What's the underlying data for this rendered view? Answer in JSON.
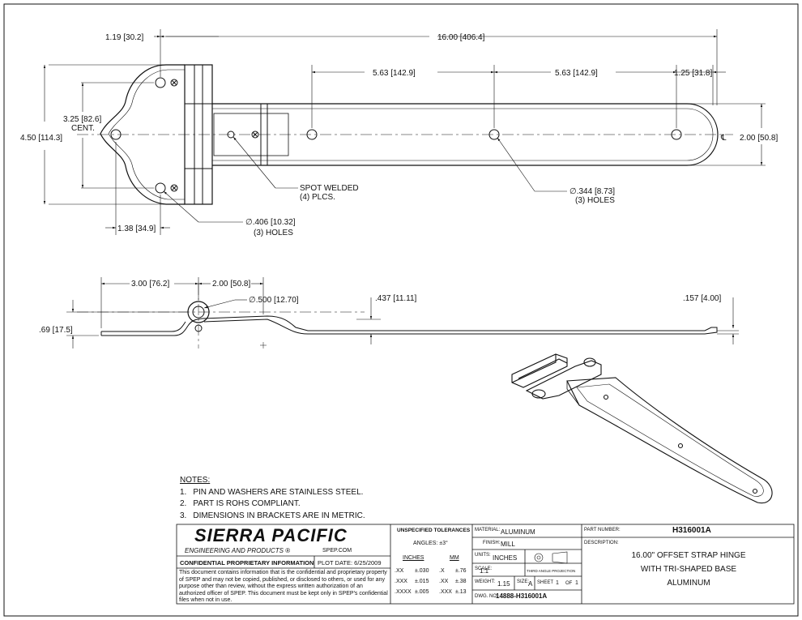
{
  "dims": {
    "d_1_19": "1.19 [30.2]",
    "d_16_00": "16.00 [406.4]",
    "d_5_63a": "5.63 [142.9]",
    "d_5_63b": "5.63 [142.9]",
    "d_1_25": "1.25 [31.8]",
    "d_3_25": "3.25 [82.6]",
    "d_cent": "CENT.",
    "d_4_50": "4.50 [114.3]",
    "d_2_00": "2.00 [50.8]",
    "d_cl": "℄",
    "d_1_38": "1.38 [34.9]",
    "hole_406_a": "∅.406 [10.32]",
    "hole_406_b": "(3) HOLES",
    "spot_a": "SPOT WELDED",
    "spot_b": "(4) PLCS.",
    "hole_344_a": "∅.344 [8.73]",
    "hole_344_b": "(3) HOLES",
    "d_3_00": "3.00 [76.2]",
    "d_2_00b": "2.00 [50.8]",
    "d_500": "∅.500 [12.70]",
    "d_437": ".437 [11.11]",
    "d_157": ".157 [4.00]",
    "d_69": ".69 [17.5]"
  },
  "notes": {
    "heading": "NOTES:",
    "items": [
      {
        "n": "1.",
        "t": "PIN AND WASHERS ARE STAINLESS STEEL."
      },
      {
        "n": "2.",
        "t": "PART IS ROHS COMPLIANT."
      },
      {
        "n": "3.",
        "t": "DIMENSIONS IN BRACKETS ARE IN METRIC."
      }
    ]
  },
  "titleblock": {
    "company": "SIERRA PACIFIC",
    "subtitle": "ENGINEERING AND PRODUCTS",
    "reg": "®",
    "web": "SPEP.COM",
    "conf": "CONFIDENTIAL PROPRIETARY INFORMATION",
    "plot": "PLOT DATE: 6/25/2009",
    "disclaimer": "This document contains information that is the confidential and proprietary property of SPEP and may not be copied, published, or disclosed to others, or used for any purpose  other than review, without the express written authorization of an authorized officer of SPEP. This document must be kept only in SPEP's confidential files when not in use.",
    "tol_head": "UNSPECIFIED TOLERANCES",
    "angles": "ANGLES: ±3°",
    "inches_h": "INCHES",
    "mm_h": "MM",
    "tol_rows": [
      {
        "a": ".XX",
        "b": "±.030",
        "c": ".X",
        "d": "±.76"
      },
      {
        "a": ".XXX",
        "b": "±.015",
        "c": ".XX",
        "d": "±.38"
      },
      {
        "a": ".XXXX",
        "b": "±.005",
        "c": ".XXX",
        "d": "±.13"
      }
    ],
    "material_l": "MATERIAL:",
    "material": "ALUMINUM",
    "finish_l": "FINISH:",
    "finish": "MILL",
    "units_l": "UNITS:",
    "units": "INCHES",
    "scale_l": "SCALE:",
    "scale": "1:1",
    "proj": "THIRD ANGLE PROJECTION",
    "weight_l": "WEIGHT:",
    "weight": "1.15",
    "size_l": "SIZE:",
    "size": "A",
    "sheet_l": "SHEET",
    "sheet": "1",
    "of_l": "OF",
    "of": "1",
    "dwg_l": "DWG. NO.",
    "dwg": "14888-H316001A",
    "pn_l": "PART NUMBER:",
    "pn": "H316001A",
    "desc_l": "DESCRIPTION:",
    "desc1": "16.00\" OFFSET STRAP HINGE",
    "desc2": "WITH TRI-SHAPED BASE",
    "desc3": "ALUMINUM"
  }
}
